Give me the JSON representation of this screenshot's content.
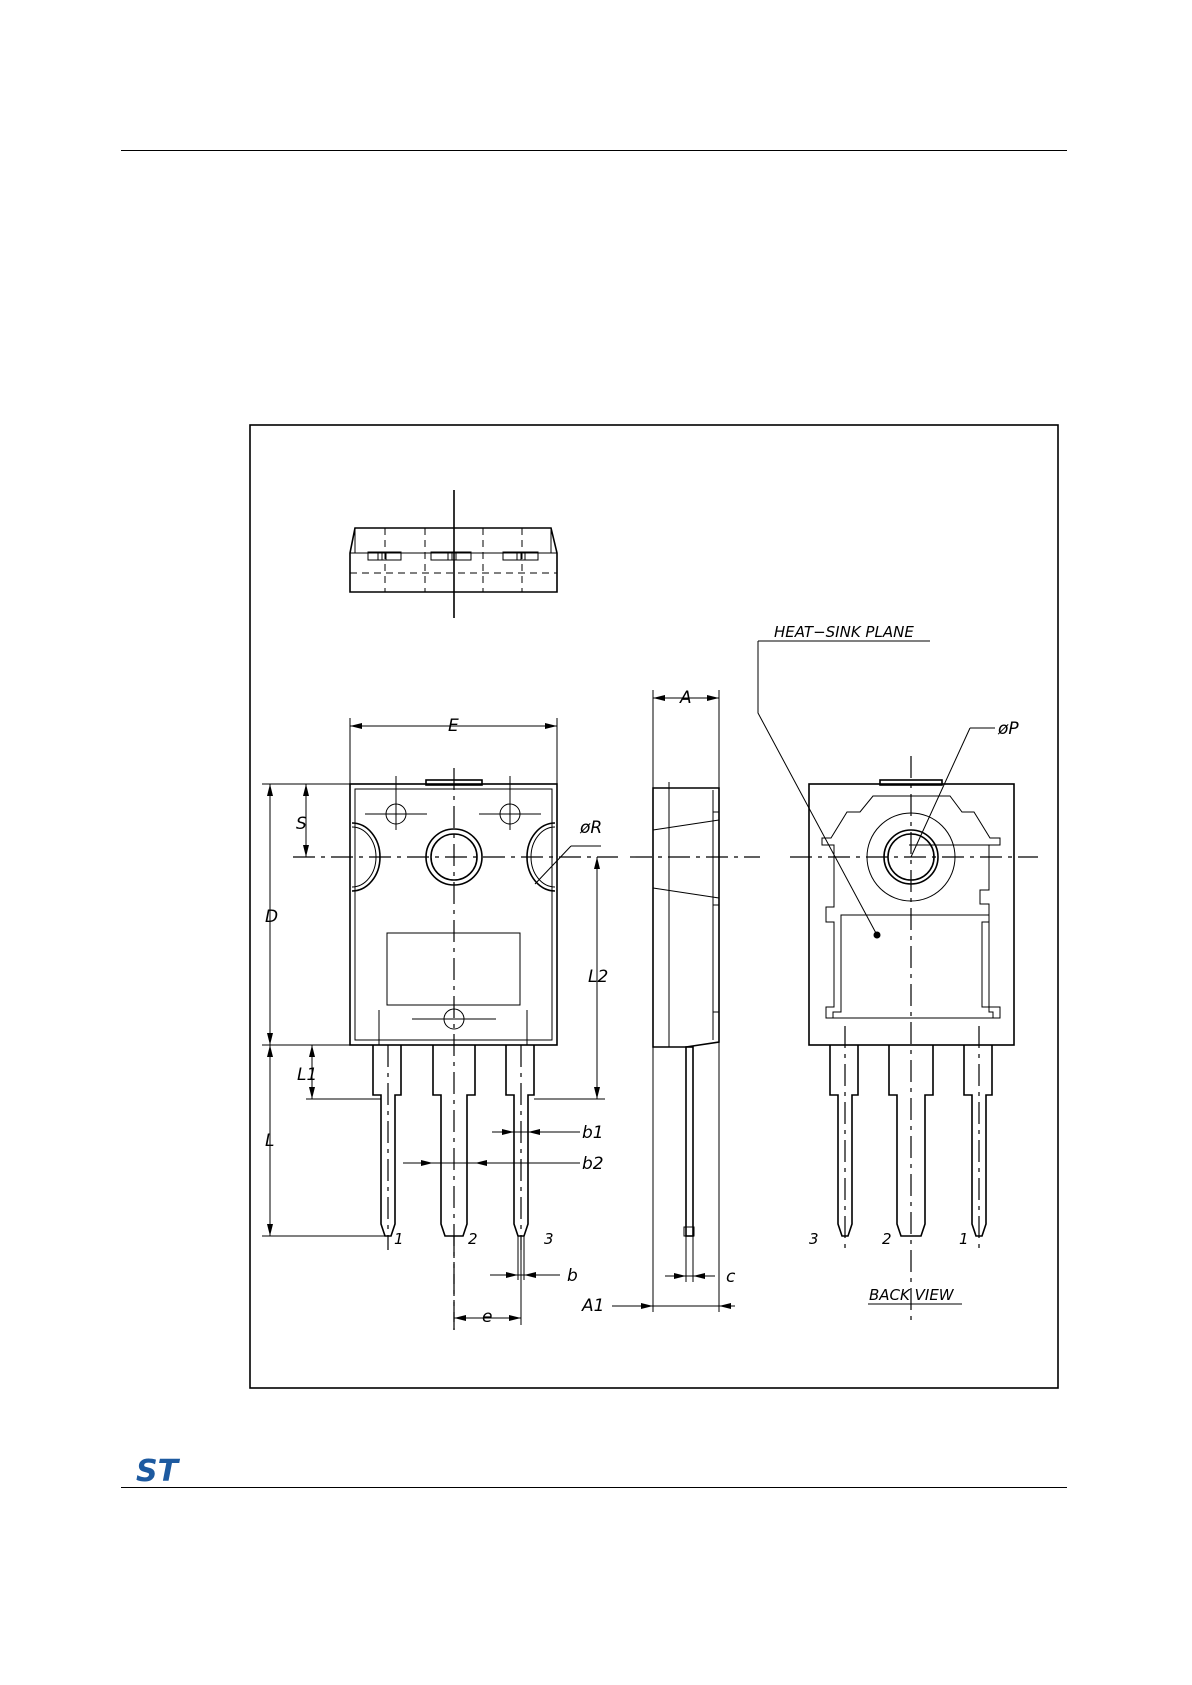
{
  "labels": {
    "E": "E",
    "A": "A",
    "S": "S",
    "D": "D",
    "L": "L",
    "L1": "L1",
    "L2": "L2",
    "b": "b",
    "b1": "b1",
    "b2": "b2",
    "c": "c",
    "e": "e",
    "A1": "A1",
    "phiR": "øR",
    "phiP": "øP",
    "pin1": "1",
    "pin2": "2",
    "pin3": "3",
    "heatsink": "HEAT−SINK PLANE",
    "backview": "BACK VIEW"
  },
  "logo": {
    "text": "ST",
    "color": "#1d5aa0"
  }
}
